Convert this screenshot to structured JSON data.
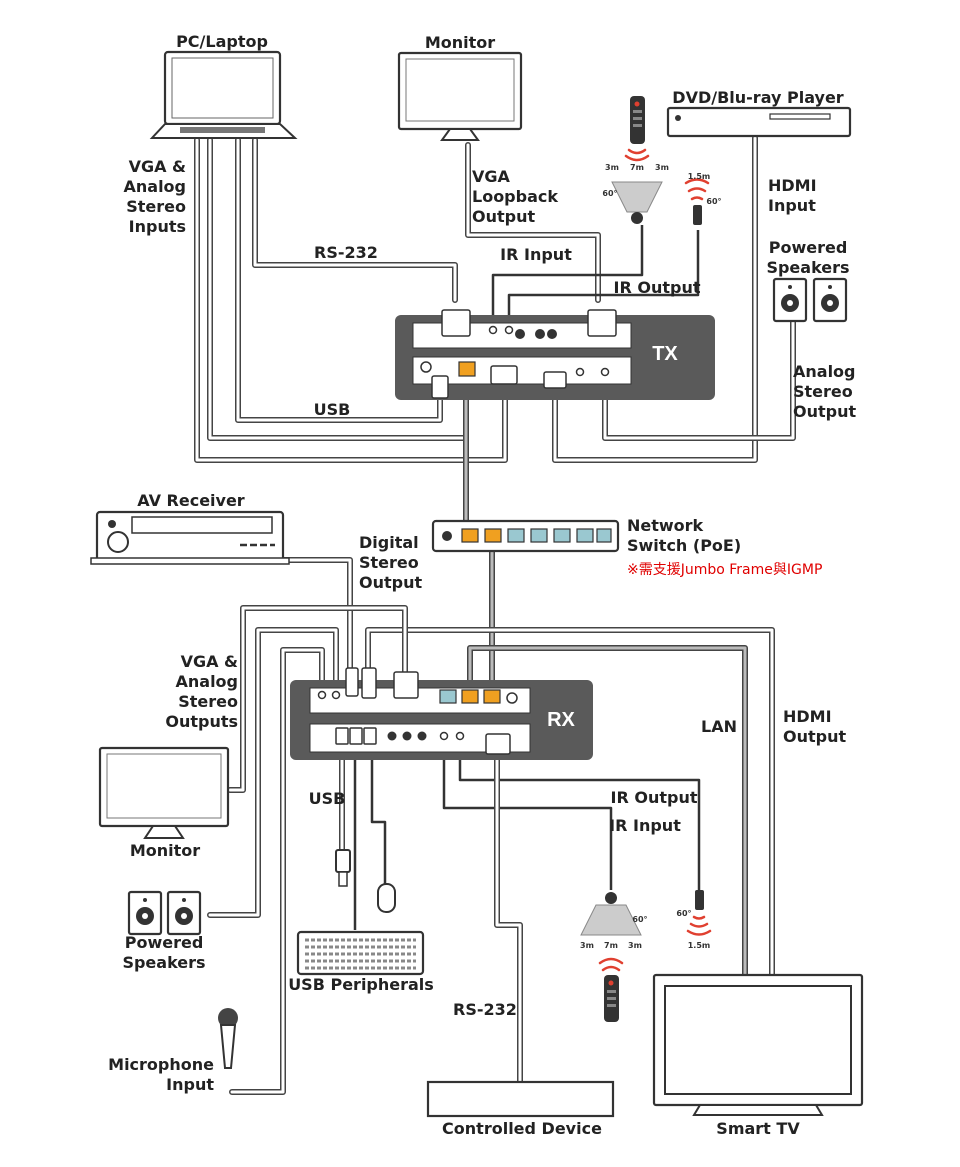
{
  "devices": {
    "pc": "PC/Laptop",
    "monitor_tx": "Monitor",
    "dvd": "DVD/Blu-ray Player",
    "speakers_tx": "Powered Speakers",
    "tx": "TX",
    "switch": "Network Switch (PoE)",
    "av_receiver": "AV Receiver",
    "rx": "RX",
    "monitor_rx": "Monitor",
    "speakers_rx": "Powered Speakers",
    "usb_peripherals": "USB Peripherals",
    "microphone": "Microphone Input",
    "controlled_device": "Controlled Device",
    "smart_tv": "Smart TV"
  },
  "labels": {
    "vga_analog_inputs": "VGA & Analog Stereo Inputs",
    "vga_loopback": "VGA Loopback Output",
    "hdmi_input": "HDMI Input",
    "rs232_tx": "RS-232",
    "ir_input_tx": "IR Input",
    "ir_output_tx": "IR Output",
    "analog_stereo_output": "Analog Stereo Output",
    "usb_tx": "USB",
    "digital_stereo_output": "Digital Stereo Output",
    "vga_analog_outputs": "VGA & Analog Stereo Outputs",
    "lan": "LAN",
    "hdmi_output": "HDMI Output",
    "usb_rx": "USB",
    "ir_output_rx": "IR Output",
    "ir_input_rx": "IR Input",
    "rs232_rx": "RS-232"
  },
  "note": "※需支援Jumbo Frame與IGMP",
  "ir": {
    "range_3m": "3m",
    "range_7m": "7m",
    "angle": "60°",
    "emitter_range": "1.5m"
  }
}
